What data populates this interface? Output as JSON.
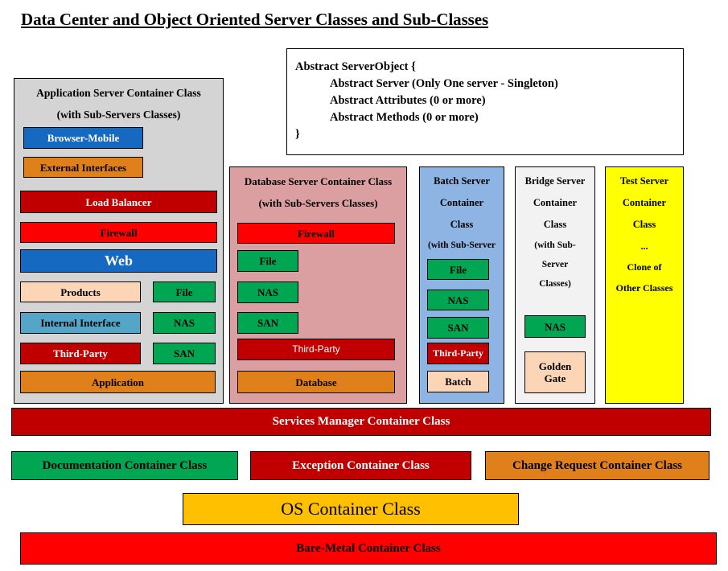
{
  "page": {
    "title": "Data Center and Object Oriented Server Classes and Sub-Classes"
  },
  "abstract_box": {
    "lines": [
      "Abstract ServerObject {",
      "Abstract Server (Only One server - Singleton)",
      "Abstract Attributes (0 or more)",
      "Abstract Methods (0 or more)",
      "}"
    ]
  },
  "colors": {
    "blue": "#1569c0",
    "orange": "#e0801b",
    "dark_red": "#c00000",
    "bright_red": "#ff0000",
    "green": "#00a651",
    "peach": "#fbd5b5",
    "light_blue": "#54a6c8",
    "gold": "#ffc000",
    "yellow": "#ffff00",
    "panel_gray": "#d4d4d4",
    "panel_pink": "#db9fa1",
    "panel_blue": "#8eb4e3",
    "panel_white": "#f2f2f2"
  },
  "app_panel": {
    "title_line1": "Application Server Container Class",
    "title_line2": "(with Sub-Servers Classes)",
    "items": {
      "browser_mobile": "Browser-Mobile",
      "external_interfaces": "External Interfaces",
      "load_balancer": "Load Balancer",
      "firewall": "Firewall",
      "web": "Web",
      "products": "Products",
      "file": "File",
      "internal_interface": "Internal Interface",
      "nas": "NAS",
      "third_party": "Third-Party",
      "san": "SAN",
      "application": "Application"
    }
  },
  "db_panel": {
    "title_line1": "Database Server Container Class",
    "title_line2": "(with Sub-Servers Classes)",
    "items": {
      "firewall": "Firewall",
      "file": "File",
      "nas": "NAS",
      "san": "SAN",
      "third_party": "Third-Party",
      "database": "Database"
    }
  },
  "batch_panel": {
    "title_line1": "Batch Server",
    "title_line2": "Container",
    "title_line3": "Class",
    "title_line4": "(with Sub-Server",
    "title_line5": "Classes)",
    "items": {
      "file": "File",
      "nas": "NAS",
      "san": "SAN",
      "third_party": "Third-Party",
      "batch": "Batch"
    }
  },
  "bridge_panel": {
    "title_line1": "Bridge Server",
    "title_line2": "Container",
    "title_line3": "Class",
    "title_line4": "(with Sub-",
    "title_line5": "Server",
    "title_line6": "Classes)",
    "items": {
      "nas": "NAS",
      "golden_gate_line1": "Golden",
      "golden_gate_line2": "Gate"
    }
  },
  "test_panel": {
    "title_line1": "Test Server",
    "title_line2": "Container",
    "title_line3": "Class",
    "title_line4": "...",
    "title_line5": "Clone of",
    "title_line6": "Other Classes"
  },
  "bottom_bars": {
    "services_manager": "Services Manager Container Class",
    "documentation": "Documentation Container Class",
    "exception": "Exception Container Class",
    "change_request": "Change Request Container Class",
    "os": "OS Container Class",
    "bare_metal": "Bare-Metal Container Class"
  }
}
